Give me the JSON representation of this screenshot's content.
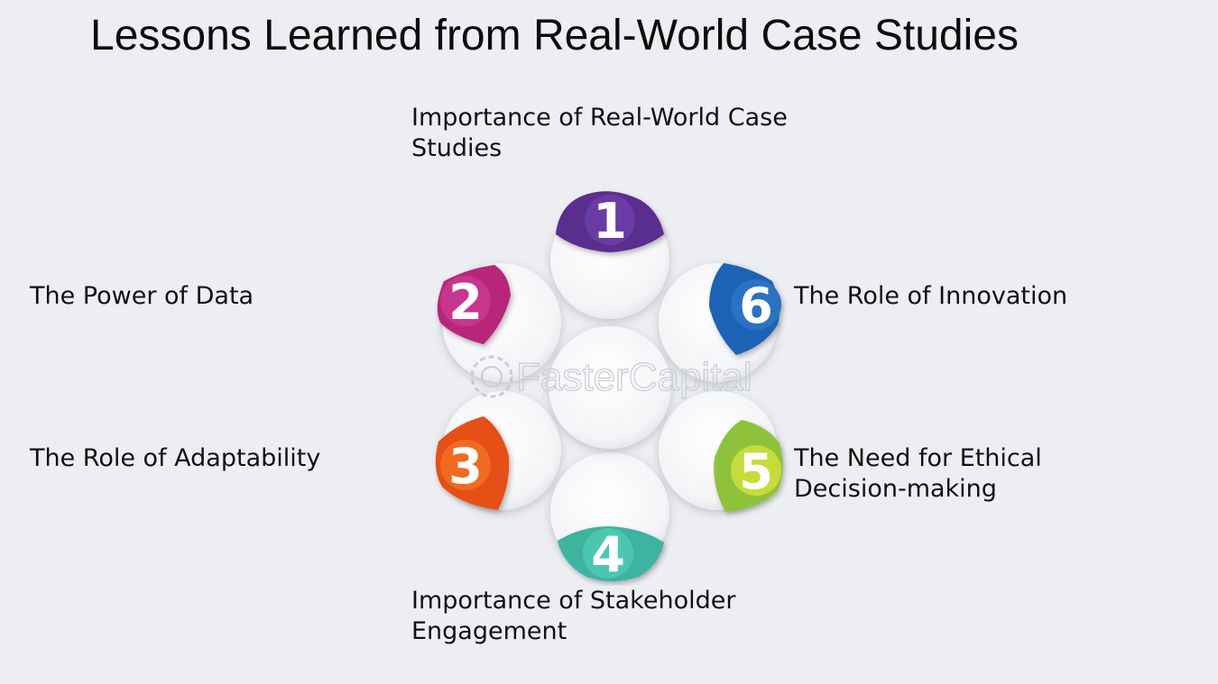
{
  "title": "Lessons Learned from Real-World Case Studies",
  "items": [
    {
      "number": "1",
      "label": "Importance of Real-World Case Studies",
      "color": "#5a2f8f"
    },
    {
      "number": "2",
      "label": "The Power of Data",
      "color": "#b8267a"
    },
    {
      "number": "3",
      "label": "The Role of Adaptability",
      "color": "#e65016"
    },
    {
      "number": "4",
      "label": "Importance of Stakeholder Engagement",
      "color": "#3cb3a0"
    },
    {
      "number": "5",
      "label": "The Need for Ethical Decision-making",
      "color": "#8fc23a"
    },
    {
      "number": "6",
      "label": "The Role of Innovation",
      "color": "#1f63b6"
    }
  ],
  "watermark": "FasterCapital"
}
